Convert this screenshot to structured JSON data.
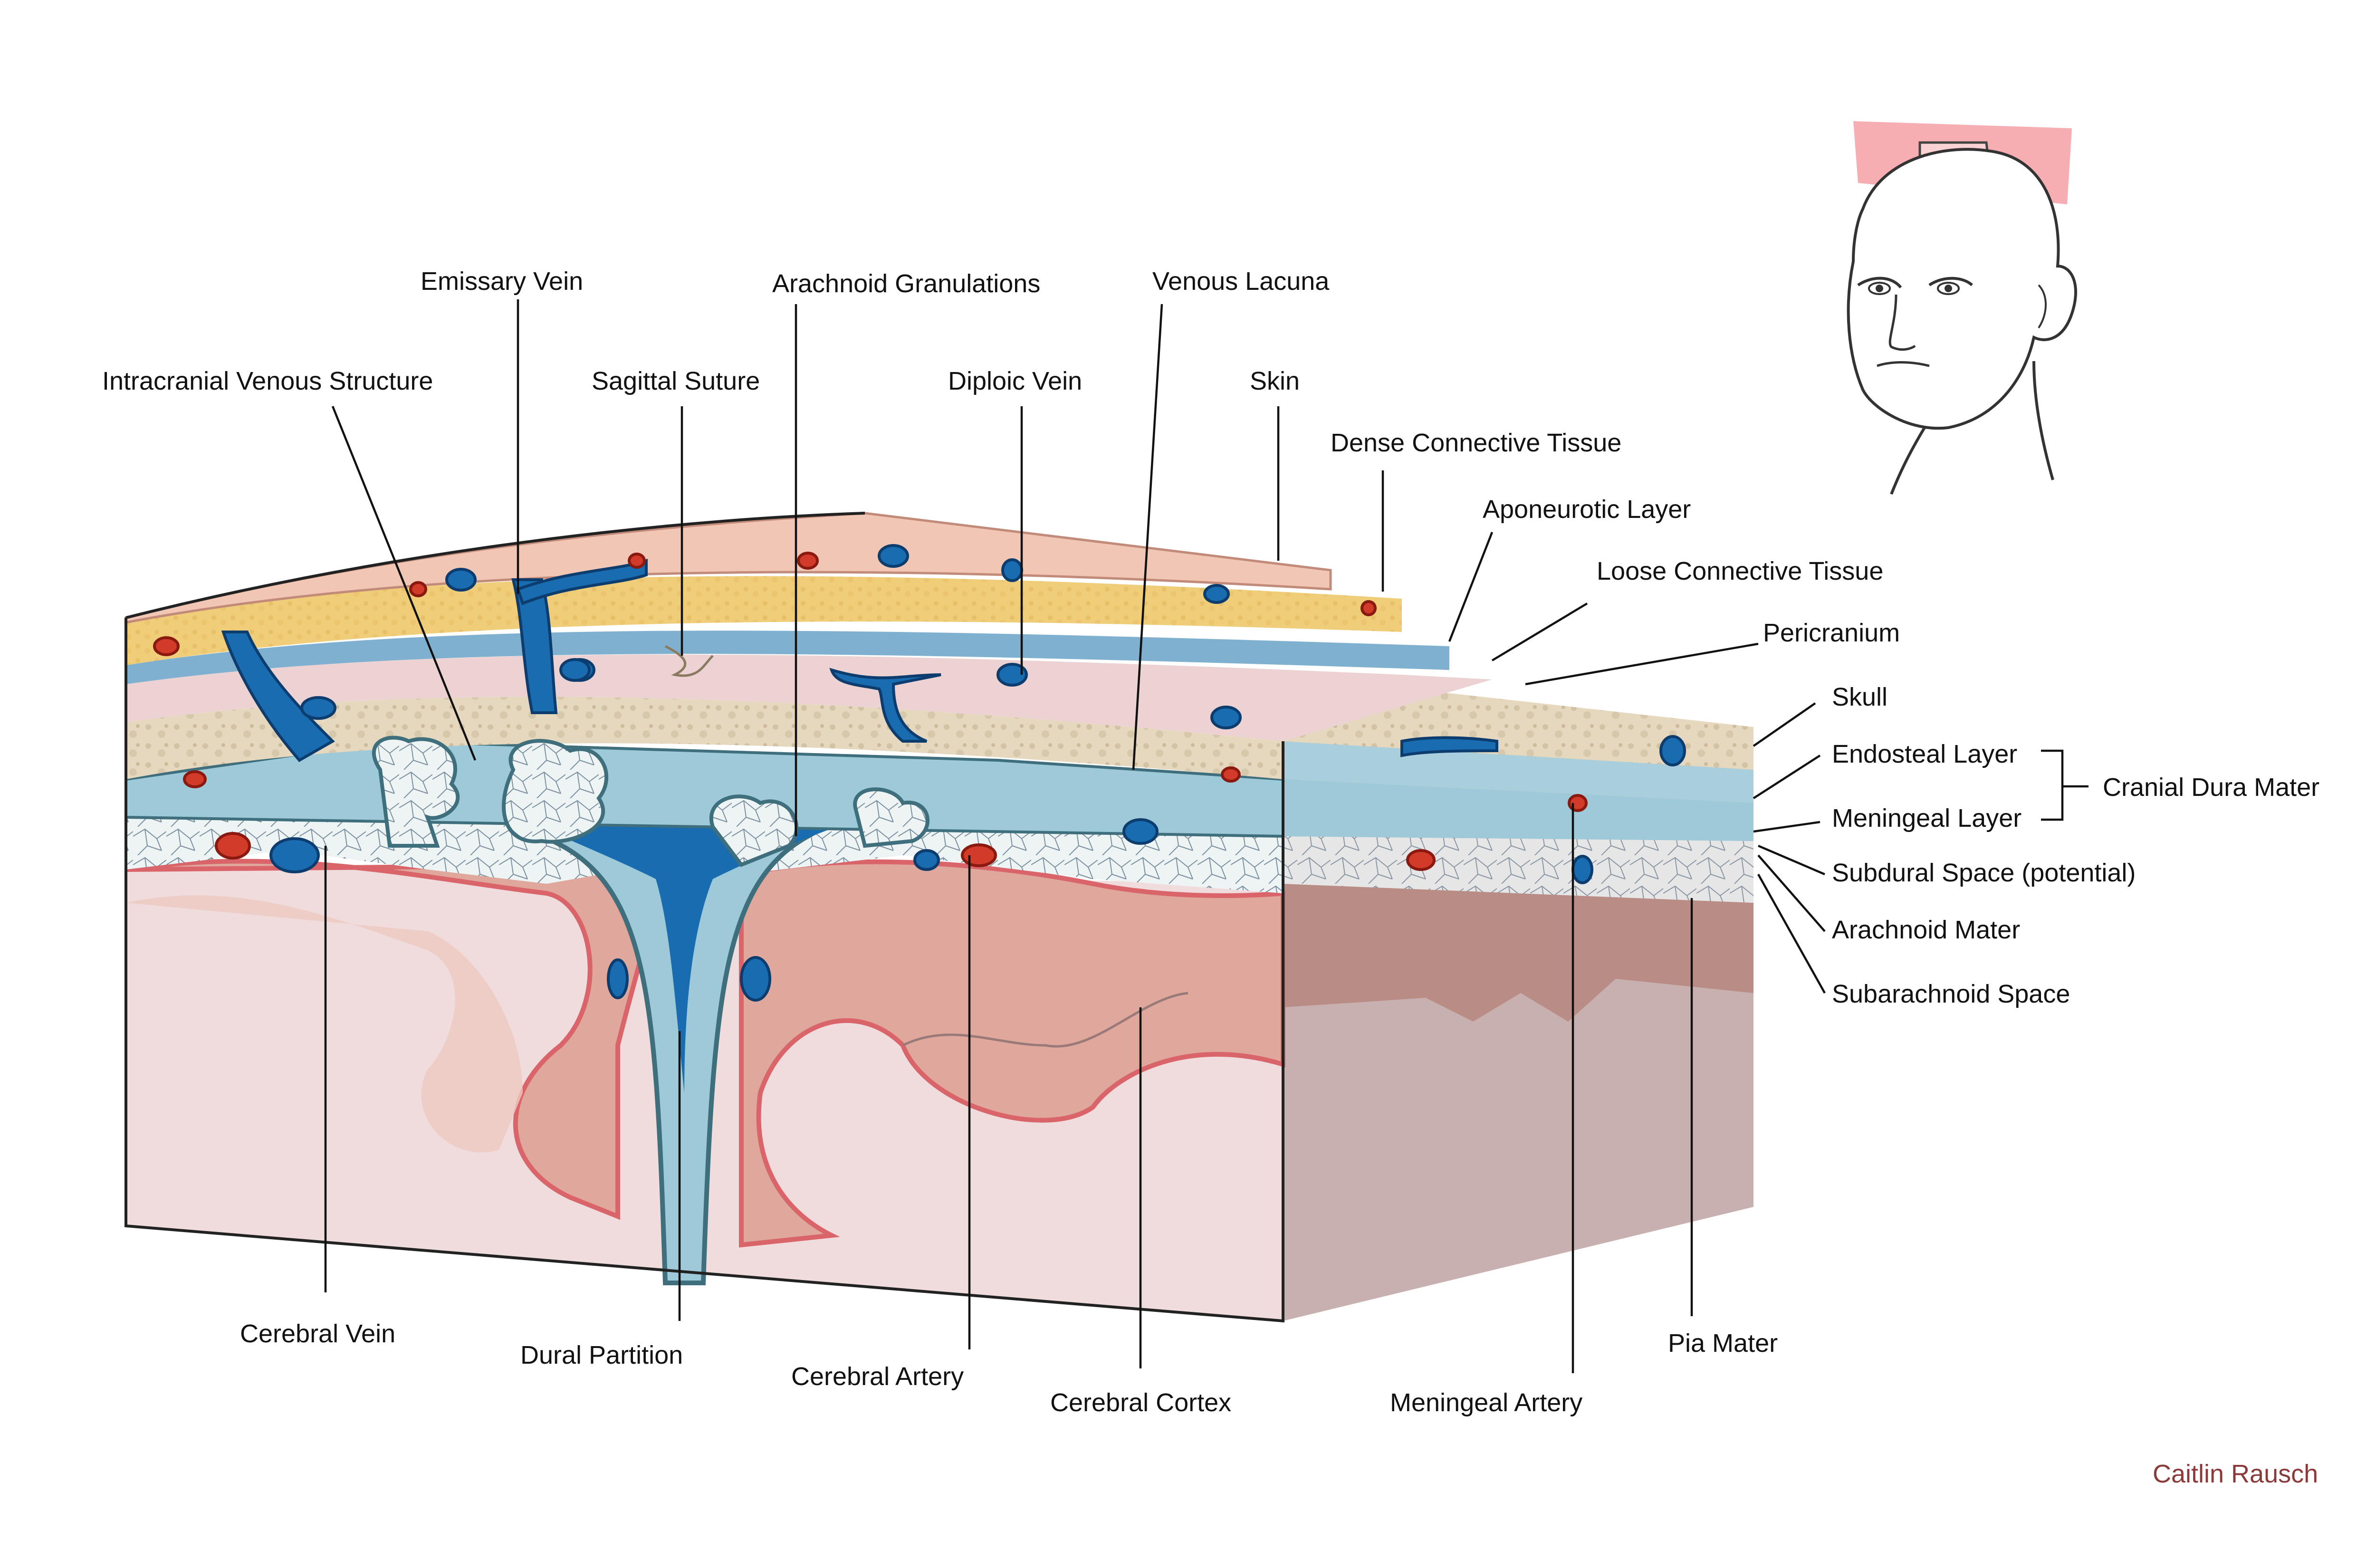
{
  "labels": {
    "emissary_vein": "Emissary Vein",
    "arachnoid_granulations": "Arachnoid Granulations",
    "venous_lacuna": "Venous Lacuna",
    "intracranial_venous_structure": "Intracranial Venous Structure",
    "sagittal_suture": "Sagittal Suture",
    "diploic_vein": "Diploic Vein",
    "skin": "Skin",
    "dense_connective_tissue": "Dense Connective Tissue",
    "aponeurotic_layer": "Aponeurotic Layer",
    "loose_connective_tissue": "Loose Connective Tissue",
    "pericranium": "Pericranium",
    "skull": "Skull",
    "endosteal_layer": "Endosteal Layer",
    "cranial_dura_mater": "Cranial Dura Mater",
    "meningeal_layer": "Meningeal Layer",
    "subdural_space": "Subdural Space (potential)",
    "arachnoid_mater": "Arachnoid Mater",
    "subarachnoid_space": "Subarachnoid Space",
    "cerebral_vein": "Cerebral Vein",
    "dural_partition": "Dural Partition",
    "cerebral_artery": "Cerebral Artery",
    "cerebral_cortex": "Cerebral Cortex",
    "meningeal_artery": "Meningeal Artery",
    "pia_mater": "Pia Mater"
  },
  "credit": "Caitlin Rausch",
  "colors": {
    "skin": "#f2c6b4",
    "dense_connective": "#f2cf7a",
    "aponeurotic": "#7fb0cf",
    "loose_connective": "#ecd2d2",
    "skull": "#e8dcc6",
    "dura": "#9ec9d9",
    "venous_blood": "#1a6cb0",
    "arachnoid_space": "#eef3f3",
    "gray_matter": "#e0a89c",
    "white_matter": "#f0dcdc",
    "pia": "#d9646a",
    "artery": "#d23a2a",
    "highlight_band": "#f4a0a6",
    "credit": "#8b3a3a"
  }
}
